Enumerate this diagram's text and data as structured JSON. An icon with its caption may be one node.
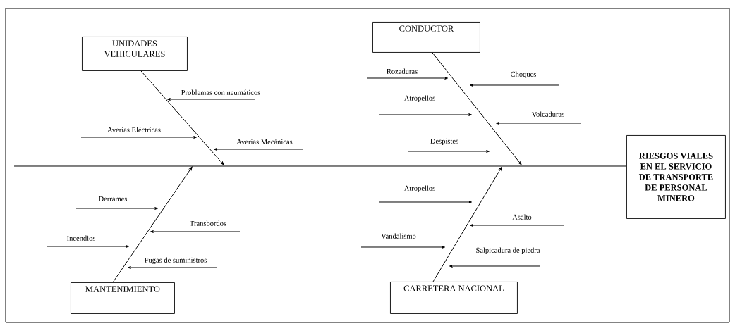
{
  "diagram": {
    "nodes": [
      {
        "text": [
          "UNIDADES VEHICULARES"
        ]
      },
      {
        "text": [
          "Problemas con neumáticos"
        ]
      },
      {
        "text": [
          "Averías Eléctricas"
        ]
      },
      {
        "text": [
          "Averías Mecánicas"
        ]
      },
      {
        "text": [
          "CONDUCTOR"
        ]
      },
      {
        "text": [
          "Rozaduras"
        ]
      },
      {
        "text": [
          "Choques"
        ]
      },
      {
        "text": [
          "Atropellos"
        ]
      },
      {
        "text": [
          "Volcaduras"
        ]
      },
      {
        "text": [
          "Despistes"
        ]
      },
      {
        "text": [
          "RIESGOS VIALES EN EL SERVICIO DE TRANSPORTE DE PERSONAL MINERO"
        ]
      },
      {
        "text": [
          "MANTENIMIENTO"
        ]
      },
      {
        "text": [
          "Derrames"
        ]
      },
      {
        "text": [
          "Transbordos"
        ]
      },
      {
        "text": [
          "Incendios"
        ]
      },
      {
        "text": [
          "Fugas de suministros"
        ]
      },
      {
        "text": [
          "CARRETERA NACIONAL"
        ]
      },
      {
        "text": [
          "Atropellos"
        ]
      },
      {
        "text": [
          "Asalto"
        ]
      },
      {
        "text": [
          "Vandalismo"
        ]
      },
      {
        "text": [
          "Salpicadura de piedra"
        ]
      }
    ],
    "edges": [
      {
        "from": null,
        "to": 10,
        "arrow": "none"
      },
      {
        "from": 0,
        "to": null,
        "arrow": "to"
      },
      {
        "from": 4,
        "to": null,
        "arrow": "to"
      },
      {
        "from": 11,
        "to": null,
        "arrow": "to"
      },
      {
        "from": 16,
        "to": null,
        "arrow": "to"
      },
      {
        "from": 1,
        "to": null,
        "arrow": "to"
      },
      {
        "from": 2,
        "to": null,
        "arrow": "to"
      },
      {
        "from": 3,
        "to": null,
        "arrow": "to"
      },
      {
        "from": 5,
        "to": null,
        "arrow": "to"
      },
      {
        "from": 6,
        "to": null,
        "arrow": "to"
      },
      {
        "from": 7,
        "to": null,
        "arrow": "to"
      },
      {
        "from": 8,
        "to": null,
        "arrow": "to"
      },
      {
        "from": 9,
        "to": null,
        "arrow": "to"
      },
      {
        "from": 12,
        "to": null,
        "arrow": "to"
      },
      {
        "from": 13,
        "to": null,
        "arrow": "to"
      },
      {
        "from": 14,
        "to": null,
        "arrow": "to"
      },
      {
        "from": 15,
        "to": null,
        "arrow": "to"
      },
      {
        "from": 17,
        "to": null,
        "arrow": "to"
      },
      {
        "from": 18,
        "to": null,
        "arrow": "to"
      },
      {
        "from": 19,
        "to": null,
        "arrow": "to"
      },
      {
        "from": 20,
        "to": null,
        "arrow": "to"
      }
    ]
  }
}
